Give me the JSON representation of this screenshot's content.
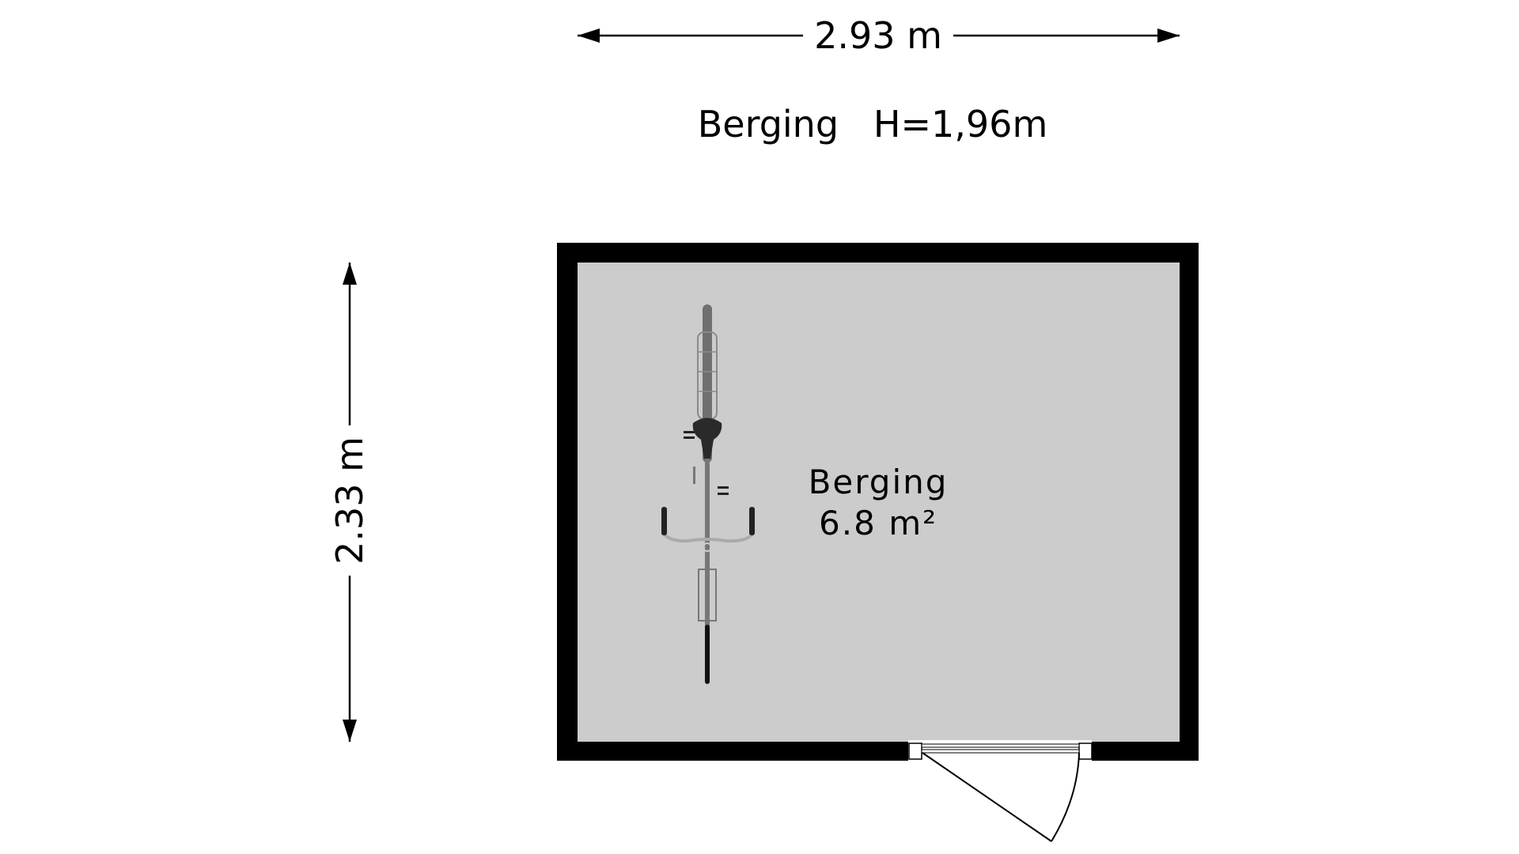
{
  "dimensions": {
    "width_label": "2.93 m",
    "height_label": "2.33 m"
  },
  "title": {
    "room": "Berging",
    "height": "H=1,96m",
    "full": "Berging   H=1,96m"
  },
  "room": {
    "name": "Berging",
    "area": "6.8 m²"
  },
  "colors": {
    "wall": "#000000",
    "floor": "#cccccc",
    "furniture": "#6e6e6e"
  },
  "furniture": [
    "bicycle-icon"
  ],
  "openings": [
    "door"
  ]
}
